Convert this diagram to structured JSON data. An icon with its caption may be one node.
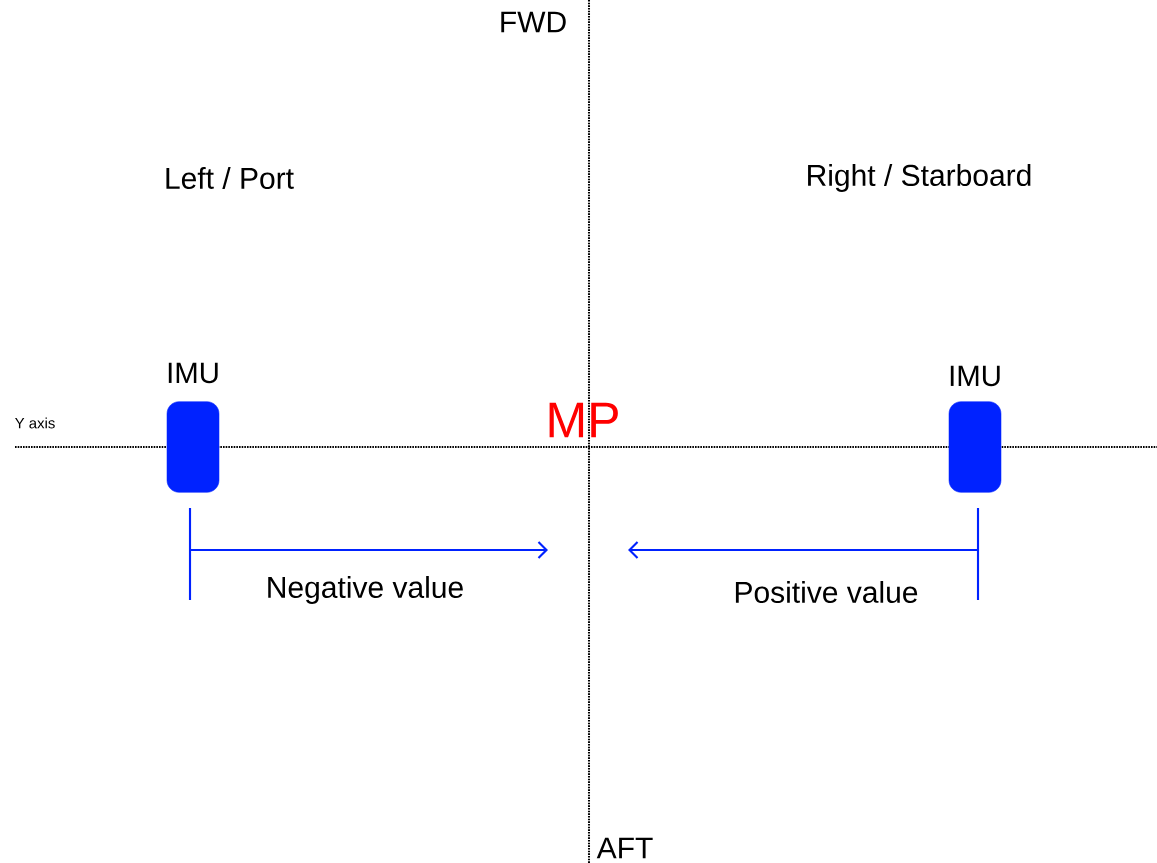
{
  "diagram": {
    "nodes": [
      {
        "text": [
          "IMU"
        ]
      },
      {
        "text": [
          "IMU"
        ]
      }
    ],
    "labels": [
      "FWD",
      "Left / Port",
      "Right / Starboard",
      "Y axis",
      "MP",
      "Negative value",
      "Positive value",
      "AFT"
    ]
  }
}
